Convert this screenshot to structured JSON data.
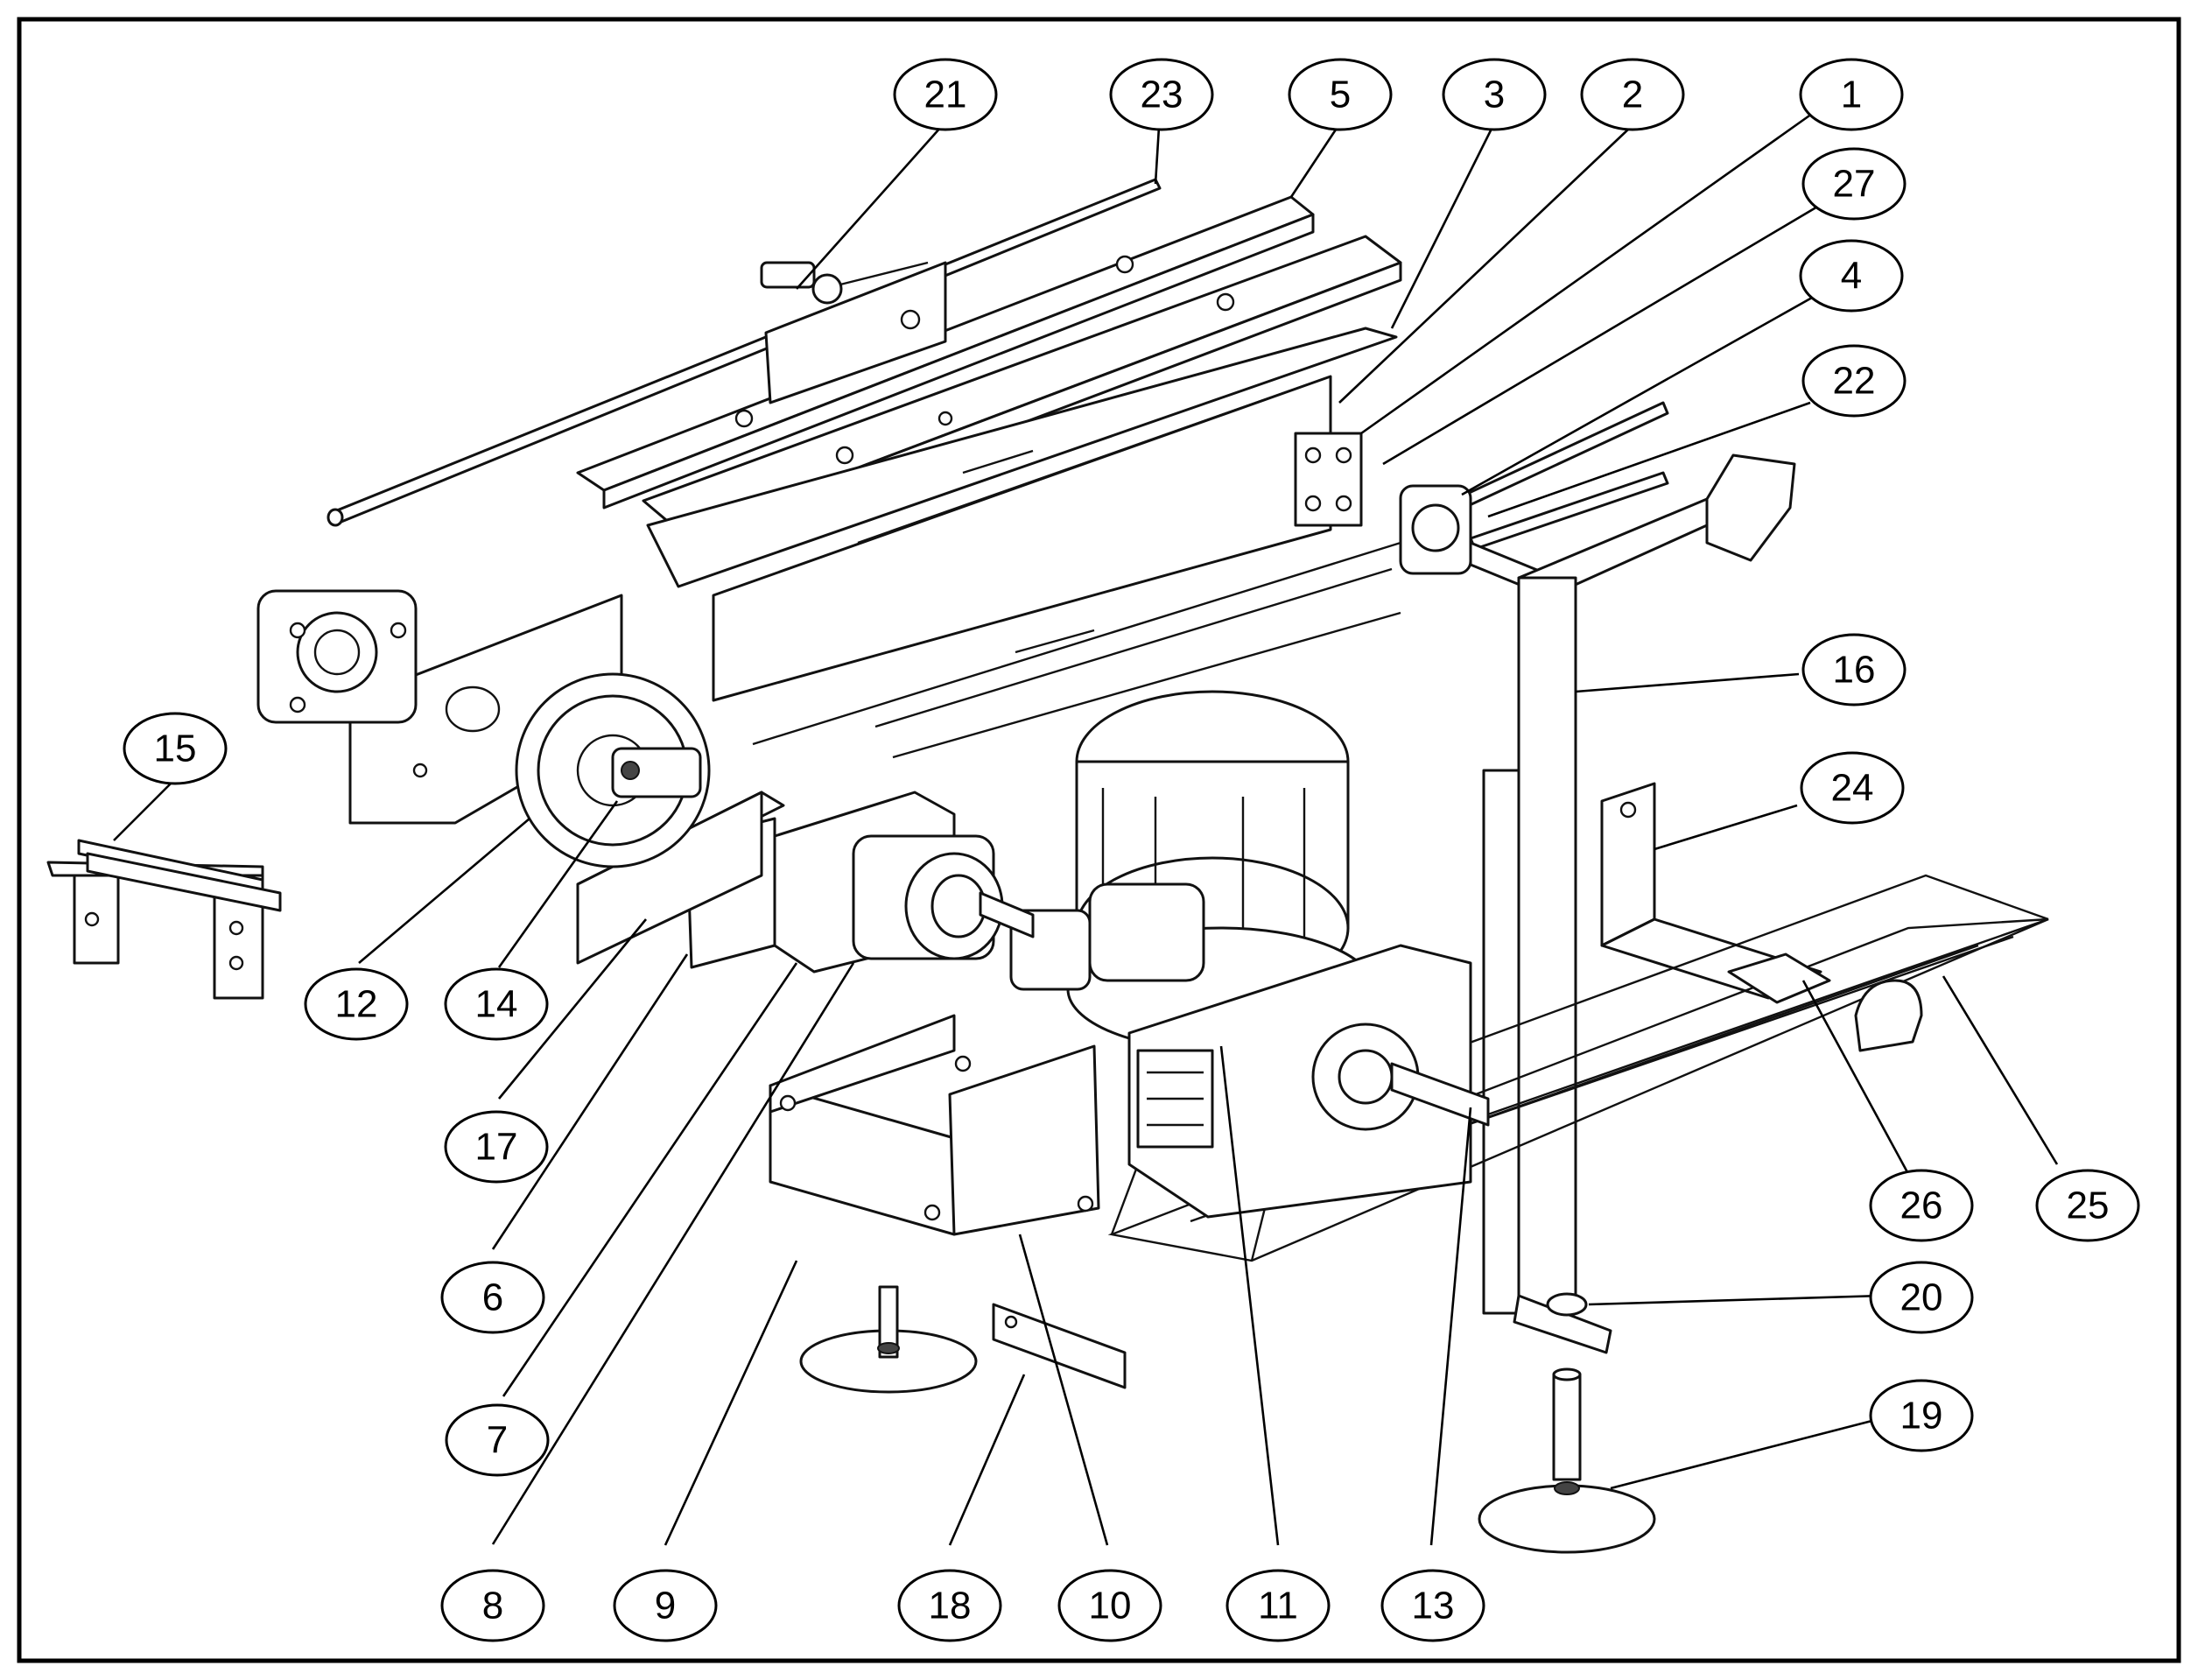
{
  "callouts": [
    {
      "id": "c21",
      "label": "21"
    },
    {
      "id": "c23",
      "label": "23"
    },
    {
      "id": "c5",
      "label": "5"
    },
    {
      "id": "c3",
      "label": "3"
    },
    {
      "id": "c2",
      "label": "2"
    },
    {
      "id": "c1",
      "label": "1"
    },
    {
      "id": "c27",
      "label": "27"
    },
    {
      "id": "c4",
      "label": "4"
    },
    {
      "id": "c22",
      "label": "22"
    },
    {
      "id": "c16",
      "label": "16"
    },
    {
      "id": "c24",
      "label": "24"
    },
    {
      "id": "c15",
      "label": "15"
    },
    {
      "id": "c12",
      "label": "12"
    },
    {
      "id": "c14",
      "label": "14"
    },
    {
      "id": "c17",
      "label": "17"
    },
    {
      "id": "c6",
      "label": "6"
    },
    {
      "id": "c7",
      "label": "7"
    },
    {
      "id": "c8",
      "label": "8"
    },
    {
      "id": "c9",
      "label": "9"
    },
    {
      "id": "c18",
      "label": "18"
    },
    {
      "id": "c10",
      "label": "10"
    },
    {
      "id": "c11",
      "label": "11"
    },
    {
      "id": "c13",
      "label": "13"
    },
    {
      "id": "c26",
      "label": "26"
    },
    {
      "id": "c25",
      "label": "25"
    },
    {
      "id": "c20",
      "label": "20"
    },
    {
      "id": "c19",
      "label": "19"
    }
  ]
}
